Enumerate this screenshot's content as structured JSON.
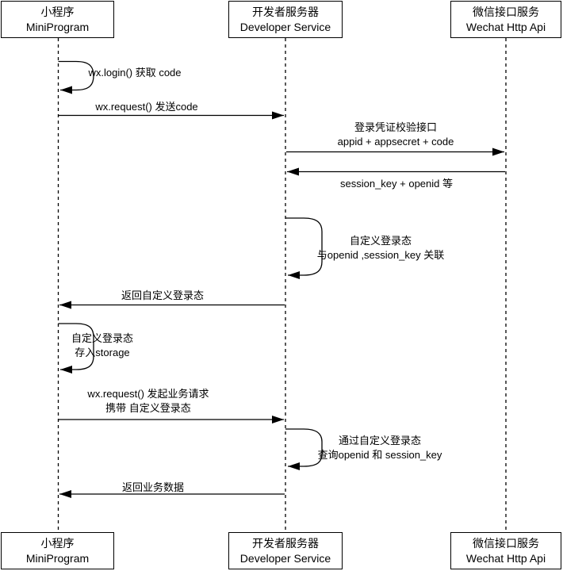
{
  "diagram": {
    "colors": {
      "background": "#ffffff",
      "line": "#000000",
      "text": "#000000",
      "box_fill": "#ffffff",
      "box_border": "#000000"
    },
    "actors": [
      {
        "name_zh": "小程序",
        "name_en": "MiniProgram"
      },
      {
        "name_zh": "开发者服务器",
        "name_en": "Developer Service"
      },
      {
        "name_zh": "微信接口服务",
        "name_en": "Wechat Http Api"
      }
    ],
    "messages": [
      {
        "type": "self",
        "actor": "MiniProgram",
        "lines": [
          "wx.login() 获取 code"
        ]
      },
      {
        "type": "arrow",
        "from": "MiniProgram",
        "to": "Developer Service",
        "lines": [
          "wx.request() 发送code"
        ]
      },
      {
        "type": "arrow",
        "from": "Developer Service",
        "to": "Wechat Http Api",
        "lines": [
          "登录凭证校验接口",
          "appid + appsecret + code"
        ]
      },
      {
        "type": "arrow",
        "from": "Wechat Http Api",
        "to": "Developer Service",
        "lines": [
          "session_key + openid 等"
        ]
      },
      {
        "type": "self",
        "actor": "Developer Service",
        "lines": [
          "自定义登录态",
          "与openid ,session_key 关联"
        ]
      },
      {
        "type": "arrow",
        "from": "Developer Service",
        "to": "MiniProgram",
        "lines": [
          "返回自定义登录态"
        ]
      },
      {
        "type": "self",
        "actor": "MiniProgram",
        "lines": [
          "自定义登录态",
          "存入storage"
        ]
      },
      {
        "type": "arrow",
        "from": "MiniProgram",
        "to": "Developer Service",
        "lines": [
          "wx.request() 发起业务请求",
          "携带 自定义登录态"
        ]
      },
      {
        "type": "self",
        "actor": "Developer Service",
        "lines": [
          "通过自定义登录态",
          "查询openid 和 session_key"
        ]
      },
      {
        "type": "arrow",
        "from": "Developer Service",
        "to": "MiniProgram",
        "lines": [
          "返回业务数据"
        ]
      }
    ]
  }
}
